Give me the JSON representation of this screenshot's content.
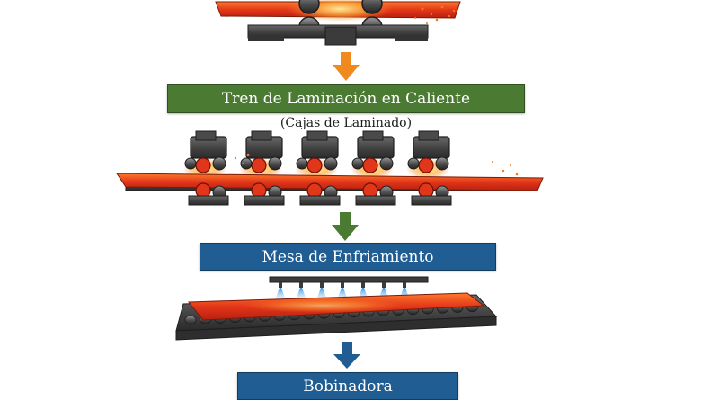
{
  "labels": {
    "hot_mill": "Tren de Laminación en Caliente",
    "hot_mill_sub": "(Cajas de Laminado)",
    "cooling_table": "Mesa de Enfriamiento",
    "coiler": "Bobinadora"
  },
  "colors": {
    "hot_mill_box": "#4b7a32",
    "blue_box": "#1f5d92",
    "arrow_orange": "#f08a1e",
    "arrow_green": "#4b7a32",
    "arrow_blue": "#1f5d92",
    "steel_hot": "#e2361a",
    "steel_glow": "#ffb13b",
    "machine_dark": "#3b3b3b",
    "water_spray": "#2f8fe0"
  },
  "stands": {
    "count": 5
  },
  "sprays": {
    "count": 7
  }
}
